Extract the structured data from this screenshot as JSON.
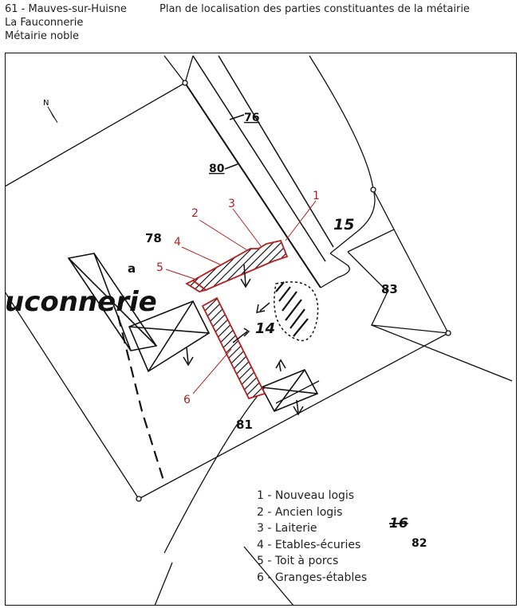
{
  "header": {
    "commune": "61 - Mauves-sur-Huisne",
    "place": "La Fauconnerie",
    "type": "Métairie noble",
    "title": "Plan de localisation des parties constituantes de la métairie"
  },
  "map": {
    "place_name": "uconnerie",
    "north": "N",
    "parcels": [
      "78",
      "a",
      "15",
      "83",
      "14",
      "81",
      "76",
      "80",
      "16",
      "82"
    ],
    "building_numbers": [
      "1",
      "2",
      "3",
      "4",
      "5",
      "6"
    ],
    "highlight_color": "#b32020"
  },
  "legend": [
    "1 - Nouveau logis",
    "2 - Ancien logis",
    "3 - Laiterie",
    "4 - Etables-écuries",
    "5 - Toit à porcs",
    "6 - Granges-étables"
  ]
}
